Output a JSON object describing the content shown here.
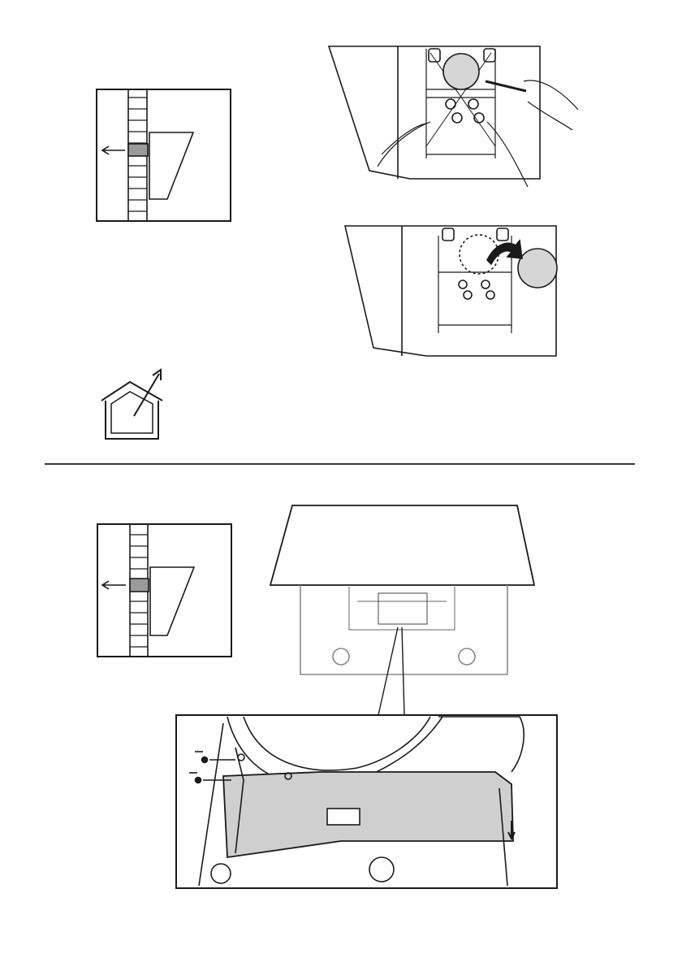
{
  "page": {
    "background": "#ffffff",
    "line_color": "#1a1a1a",
    "fill_gray": "#cfcfcf"
  },
  "figures": [
    {
      "id": "wall-chimney-diagram-top",
      "icon": "wall-mount-diagram"
    },
    {
      "id": "hood-remove-cover-screwdriver"
    },
    {
      "id": "hood-cover-removed-rotate"
    },
    {
      "id": "ducted-outside-house-icon",
      "icon": "house-exhaust-icon"
    },
    {
      "id": "wall-chimney-diagram-bottom",
      "icon": "wall-mount-diagram"
    },
    {
      "id": "hood-bottom-view"
    },
    {
      "id": "motor-bracket-detail"
    }
  ]
}
